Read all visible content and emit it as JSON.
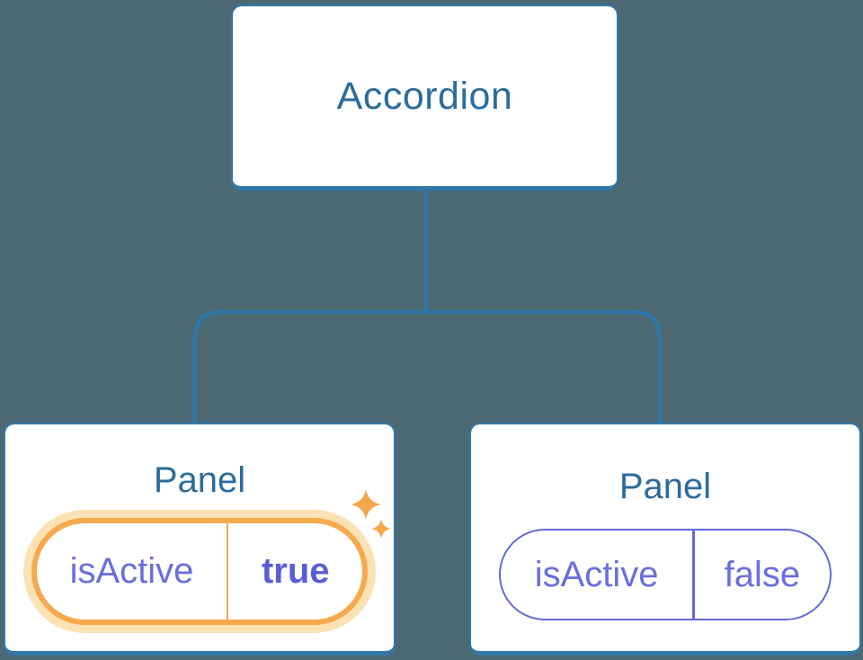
{
  "diagram": {
    "type": "component-tree",
    "root": {
      "label": "Accordion"
    },
    "panels": [
      {
        "title": "Panel",
        "state_key": "isActive",
        "state_value": "true",
        "active": true,
        "decoration": "sparkles-icon"
      },
      {
        "title": "Panel",
        "state_key": "isActive",
        "state_value": "false",
        "active": false
      }
    ]
  },
  "colors": {
    "background": "#4c6973",
    "node_fill": "#ffffff",
    "node_border_blue": "#3077a8",
    "connector_blue": "#2e77a8",
    "label_blue": "#2c6c9c",
    "state_purple": "#6a6ede",
    "state_purple_bold": "#585ed8",
    "highlight_orange": "#f6a94d",
    "highlight_glow": "#fbe2b4",
    "sparkle_orange": "#f3a64a"
  }
}
